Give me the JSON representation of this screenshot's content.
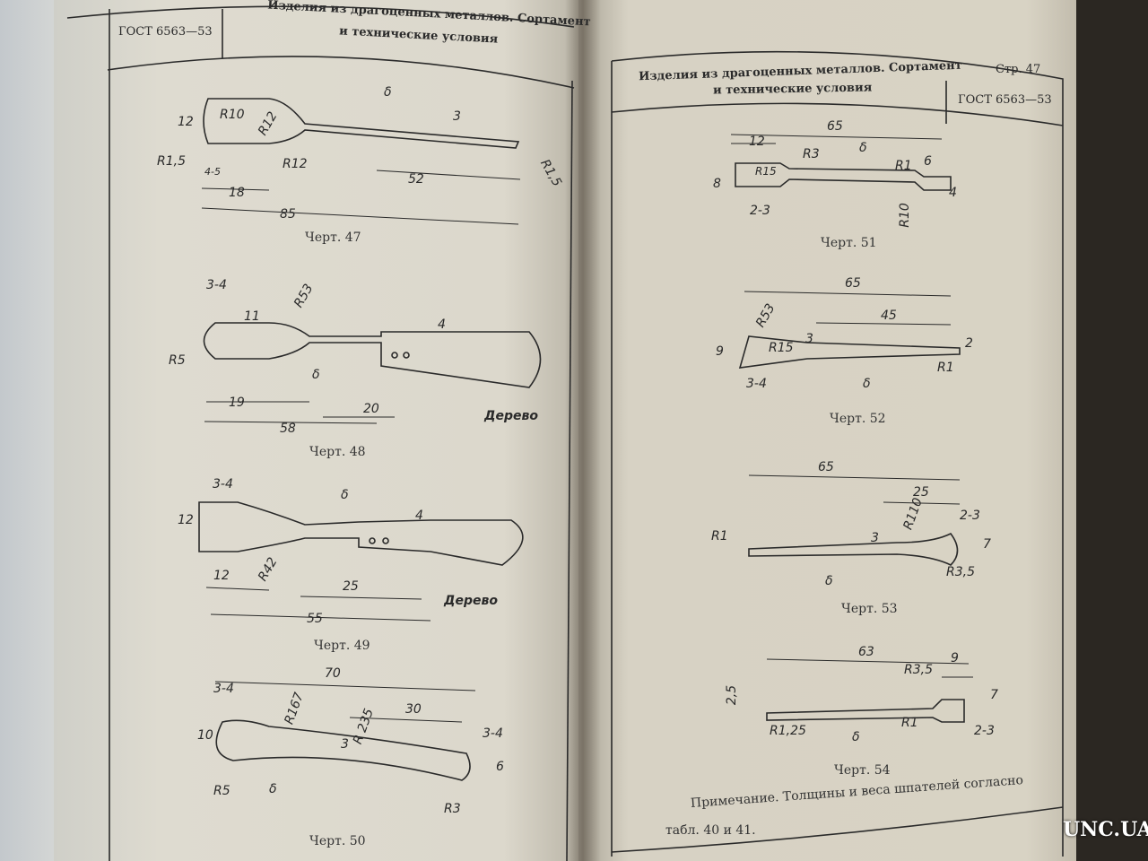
{
  "left_page": {
    "header": {
      "gost": "ГОСТ 6563—53",
      "title_line1": "Изделия из драгоценных металлов. Сортамент",
      "title_line2": "и технические условия"
    },
    "drawings": [
      {
        "caption": "Черт. 47",
        "labels": [
          "δ",
          "12",
          "R10",
          "R12",
          "3",
          "R1,5",
          "4-5",
          "R12",
          "52",
          "R1,5",
          "18",
          "85"
        ]
      },
      {
        "caption": "Черт. 48",
        "labels": [
          "3-4",
          "R53",
          "11",
          "4",
          "R5",
          "δ",
          "19",
          "20",
          "Дерево",
          "58"
        ]
      },
      {
        "caption": "Черт. 49",
        "labels": [
          "3-4",
          "δ",
          "12",
          "4",
          "R42",
          "12",
          "25",
          "Дерево",
          "55"
        ]
      },
      {
        "caption": "Черт. 50",
        "labels": [
          "70",
          "3-4",
          "R167",
          "30",
          "R 235",
          "10",
          "3-4",
          "3",
          "6",
          "R5",
          "δ",
          "R3"
        ]
      }
    ]
  },
  "right_page": {
    "header": {
      "title_line1": "Изделия из драгоценных металлов. Сортамент",
      "title_line2": "и технические условия",
      "page": "Стр. 47",
      "gost": "ГОСТ 6563—53"
    },
    "drawings": [
      {
        "caption": "Черт. 51",
        "labels": [
          "65",
          "12",
          "δ",
          "R3",
          "R15",
          "R1",
          "6",
          "8",
          "4",
          "2-3",
          "R10"
        ]
      },
      {
        "caption": "Черт. 52",
        "labels": [
          "65",
          "R53",
          "45",
          "9",
          "R15",
          "3",
          "2",
          "R1",
          "3-4",
          "δ"
        ]
      },
      {
        "caption": "Черт. 53",
        "labels": [
          "65",
          "25",
          "R110",
          "2-3",
          "R1",
          "3",
          "7",
          "R3,5",
          "δ"
        ]
      },
      {
        "caption": "Черт. 54",
        "labels": [
          "63",
          "R3,5",
          "9",
          "2,5",
          "7",
          "R1",
          "R1,25",
          "2-3",
          "δ"
        ]
      }
    ],
    "note_line1": "Примечание.  Толщины  и  веса  шпателей  согласно",
    "note_line2": "табл. 40 и 41."
  },
  "watermark": "UNC.UA"
}
